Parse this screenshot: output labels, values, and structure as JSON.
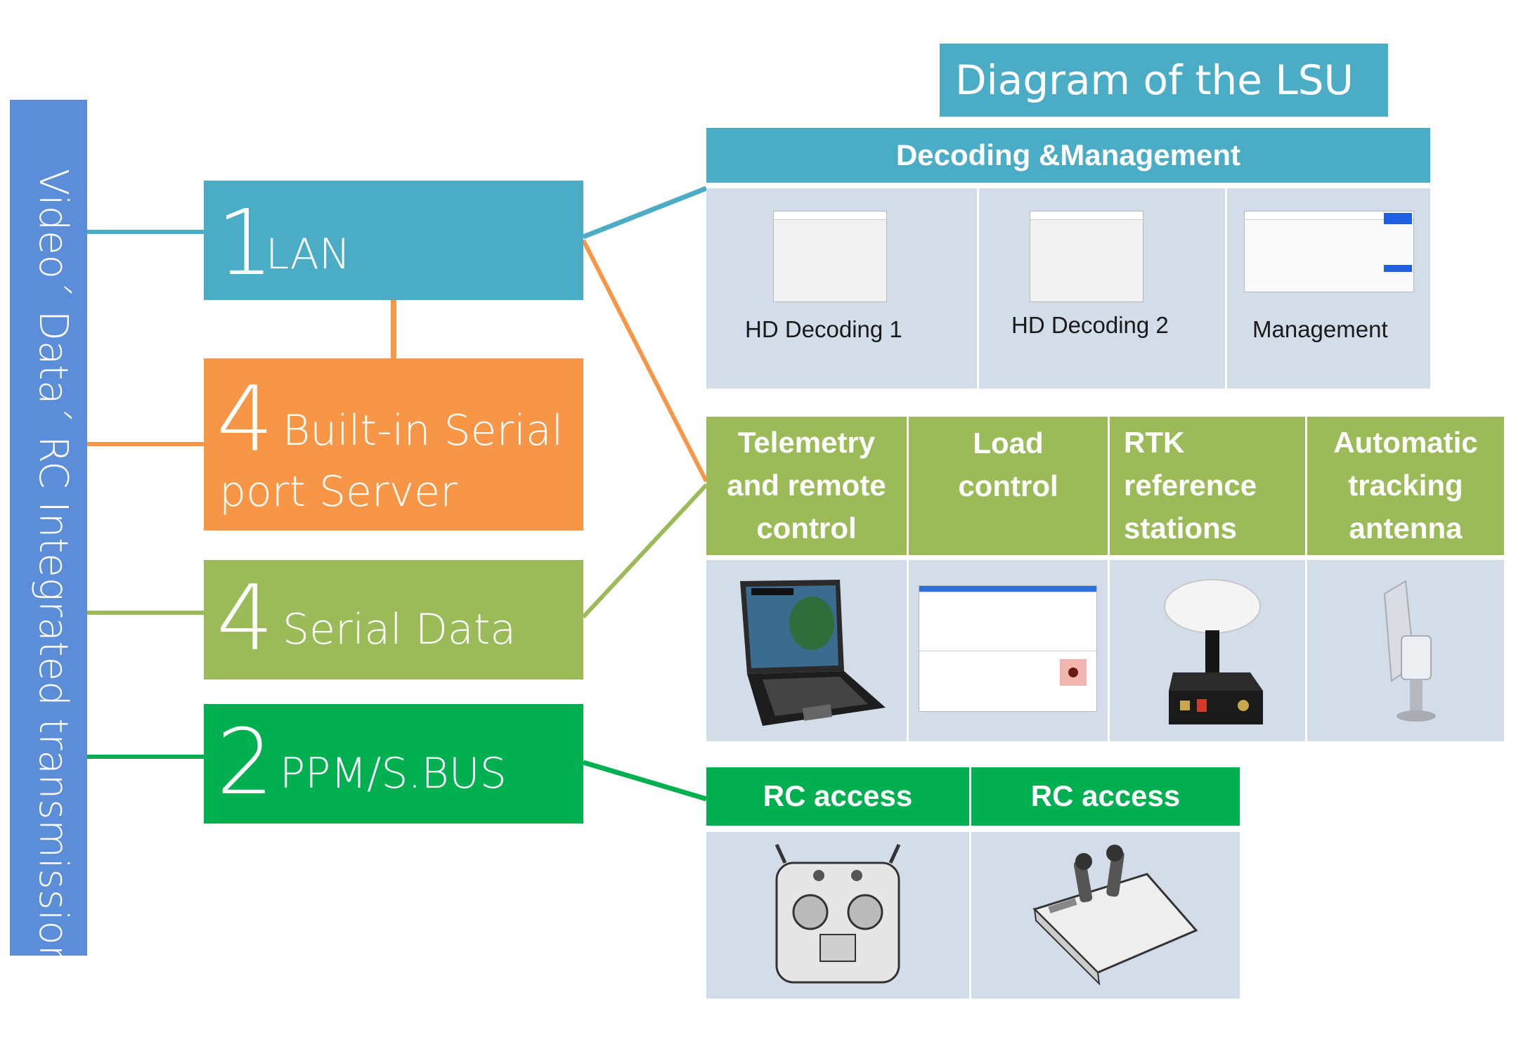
{
  "title": "Diagram of the LSU",
  "sidebar": {
    "text": "Videoˊ Dataˊ RC  Integrated transmission"
  },
  "ports": [
    {
      "count": "1",
      "label": "LAN",
      "color": "#4BACC6"
    },
    {
      "count": "4",
      "label_line1": "Built-in Serial",
      "label_line2": "port Server",
      "color": "#F79646"
    },
    {
      "count": "4",
      "label": "Serial Data",
      "color": "#9BBB59"
    },
    {
      "count": "2",
      "label": "PPM/S.BUS",
      "color": "#00B050"
    }
  ],
  "decoding": {
    "header": "Decoding &Management",
    "items": [
      "HD Decoding 1",
      "HD Decoding 2",
      "Management"
    ]
  },
  "serial_group": {
    "headers": [
      {
        "lines": [
          "Telemetry",
          "and remote",
          "control"
        ]
      },
      {
        "lines": [
          "Load",
          "control"
        ]
      },
      {
        "lines": [
          "RTK",
          "reference",
          "stations"
        ]
      },
      {
        "lines": [
          "Automatic",
          "tracking",
          "antenna"
        ]
      }
    ]
  },
  "rc_group": {
    "headers": [
      "RC access",
      "RC access"
    ]
  },
  "colors": {
    "lan": "#4BACC6",
    "serial_server": "#F79646",
    "serial_data": "#9BBB59",
    "ppm": "#00B050",
    "sidebar": "#5B8DD9",
    "panel": "#D3DCE9"
  }
}
